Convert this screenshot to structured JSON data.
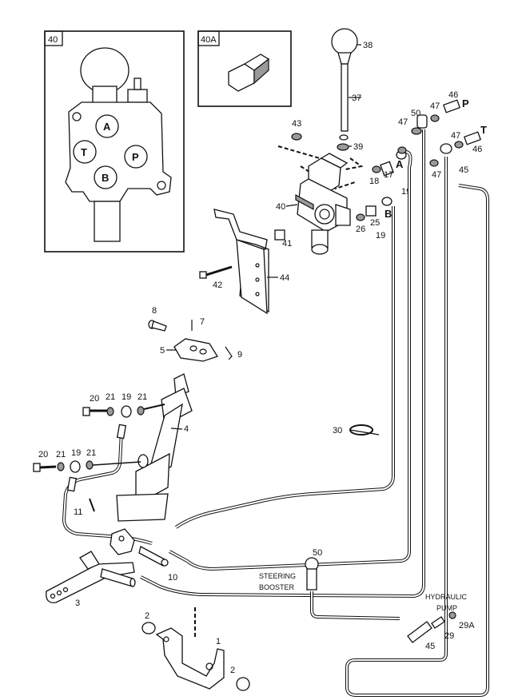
{
  "insets": [
    {
      "label": "40"
    },
    {
      "label": "40A"
    }
  ],
  "valve_ports": [
    "A",
    "T",
    "P",
    "B"
  ],
  "port_markers": {
    "A": "A",
    "B": "B",
    "P": "P",
    "T": "T"
  },
  "callouts": {
    "c38": "38",
    "c37": "37",
    "c43": "43",
    "c39": "39",
    "c50a": "50",
    "c47a": "47",
    "c46a": "46",
    "c47b": "47",
    "c47c": "47",
    "c46b": "46",
    "c47d": "47",
    "c45a": "45",
    "c18": "18",
    "c17": "17",
    "c19a": "19",
    "c40": "40",
    "c25": "25",
    "c26": "26",
    "c19b": "19",
    "c41": "41",
    "c42": "42",
    "c44": "44",
    "c8": "8",
    "c7": "7",
    "c5": "5",
    "c9": "9",
    "c20a": "20",
    "c21a": "21",
    "c19c": "19",
    "c21b": "21",
    "c4": "4",
    "c30": "30",
    "c20b": "20",
    "c21c": "21",
    "c19d": "19",
    "c21d": "21",
    "c11": "11",
    "c10": "10",
    "c3": "3",
    "c50b": "50",
    "c2a": "2",
    "c1": "1",
    "c2b": "2",
    "c45b": "45",
    "c29": "29",
    "c29a": "29A"
  },
  "notes": {
    "steering_line1": "STEERING",
    "steering_line2": "BOOSTER",
    "pump_line1": "HYDRAULIC",
    "pump_line2": "PUMP"
  }
}
